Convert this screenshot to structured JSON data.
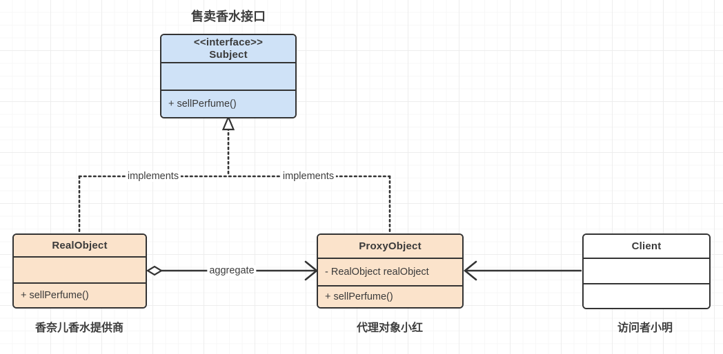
{
  "diagram": {
    "title": "售卖香水接口",
    "background": "#ffffff",
    "grid_color": "#ededed",
    "line_color": "#333333",
    "text_color": "#3d3d3d"
  },
  "classes": {
    "subject": {
      "stereotype": "<<interface>>",
      "name": "Subject",
      "attribute": "",
      "method": "+ sellPerfume()",
      "fill": "#cfe2f7"
    },
    "real_object": {
      "name": "RealObject",
      "attribute": "",
      "method": "+ sellPerfume()",
      "caption": "香奈儿香水提供商",
      "fill": "#fbe3cb"
    },
    "proxy_object": {
      "name": "ProxyObject",
      "attribute": "- RealObject realObject",
      "method": "+ sellPerfume()",
      "caption": "代理对象小红",
      "fill": "#fbe3cb"
    },
    "client": {
      "name": "Client",
      "attribute": "",
      "method": "",
      "caption": "访问者小明",
      "fill": "#ffffff"
    }
  },
  "edges": {
    "implements_left": {
      "label": "implements",
      "style": "dotted",
      "arrow": "hollow-triangle",
      "from": "RealObject",
      "to": "Subject"
    },
    "implements_right": {
      "label": "implements",
      "style": "dotted",
      "arrow": "hollow-triangle",
      "from": "ProxyObject",
      "to": "Subject"
    },
    "aggregate": {
      "label": "aggregate",
      "style": "solid",
      "arrow": "open-arrow",
      "source_decoration": "hollow-diamond",
      "from": "RealObject",
      "to": "ProxyObject"
    },
    "client_uses": {
      "label": "",
      "style": "solid",
      "arrow": "open-arrow",
      "from": "Client",
      "to": "ProxyObject"
    }
  }
}
